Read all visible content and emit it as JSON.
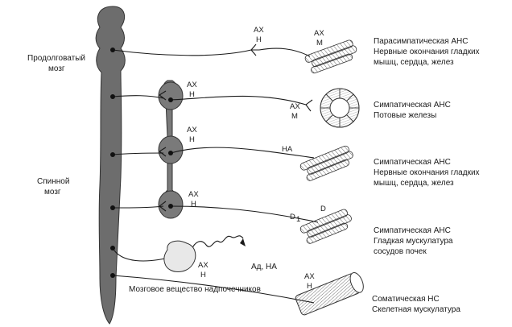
{
  "labels": {
    "medulla": [
      "Продолговатый",
      "мозг"
    ],
    "spinal": [
      "Спинной",
      "мозг"
    ],
    "adrenal": "Мозговое вещество надпочечников",
    "adrenal_out": "Ад, НА"
  },
  "synapses": {
    "pre1": [
      "АХ",
      "Н"
    ],
    "post1": [
      "АХ",
      "М"
    ],
    "gang1": [
      "АХ",
      "Н"
    ],
    "post2": [
      "АХ",
      "М"
    ],
    "gang2": [
      "АХ",
      "Н"
    ],
    "post3": "НА",
    "gang3": [
      "АХ",
      "Н"
    ],
    "post4": "D",
    "post4b": "D",
    "post4b_sub": "1",
    "adrenal": [
      "АХ",
      "Н"
    ],
    "somatic": [
      "АХ",
      "Н"
    ]
  },
  "targets": [
    {
      "lines": [
        "Парасимпатическая АНС",
        "Нервные окончания гладких",
        "мышц, сердца, желез"
      ]
    },
    {
      "lines": [
        "Симпатическая АНС",
        "Потовые железы"
      ]
    },
    {
      "lines": [
        "Симпатическая АНС",
        "Нервные окончания гладких",
        "мышц, сердца, желез"
      ]
    },
    {
      "lines": [
        "Симпатическая АНС",
        "Гладкая мускулатура",
        "сосудов почек"
      ]
    },
    {
      "lines": [
        "Соматическая  НС",
        "Скелетная мускулатура"
      ]
    }
  ]
}
